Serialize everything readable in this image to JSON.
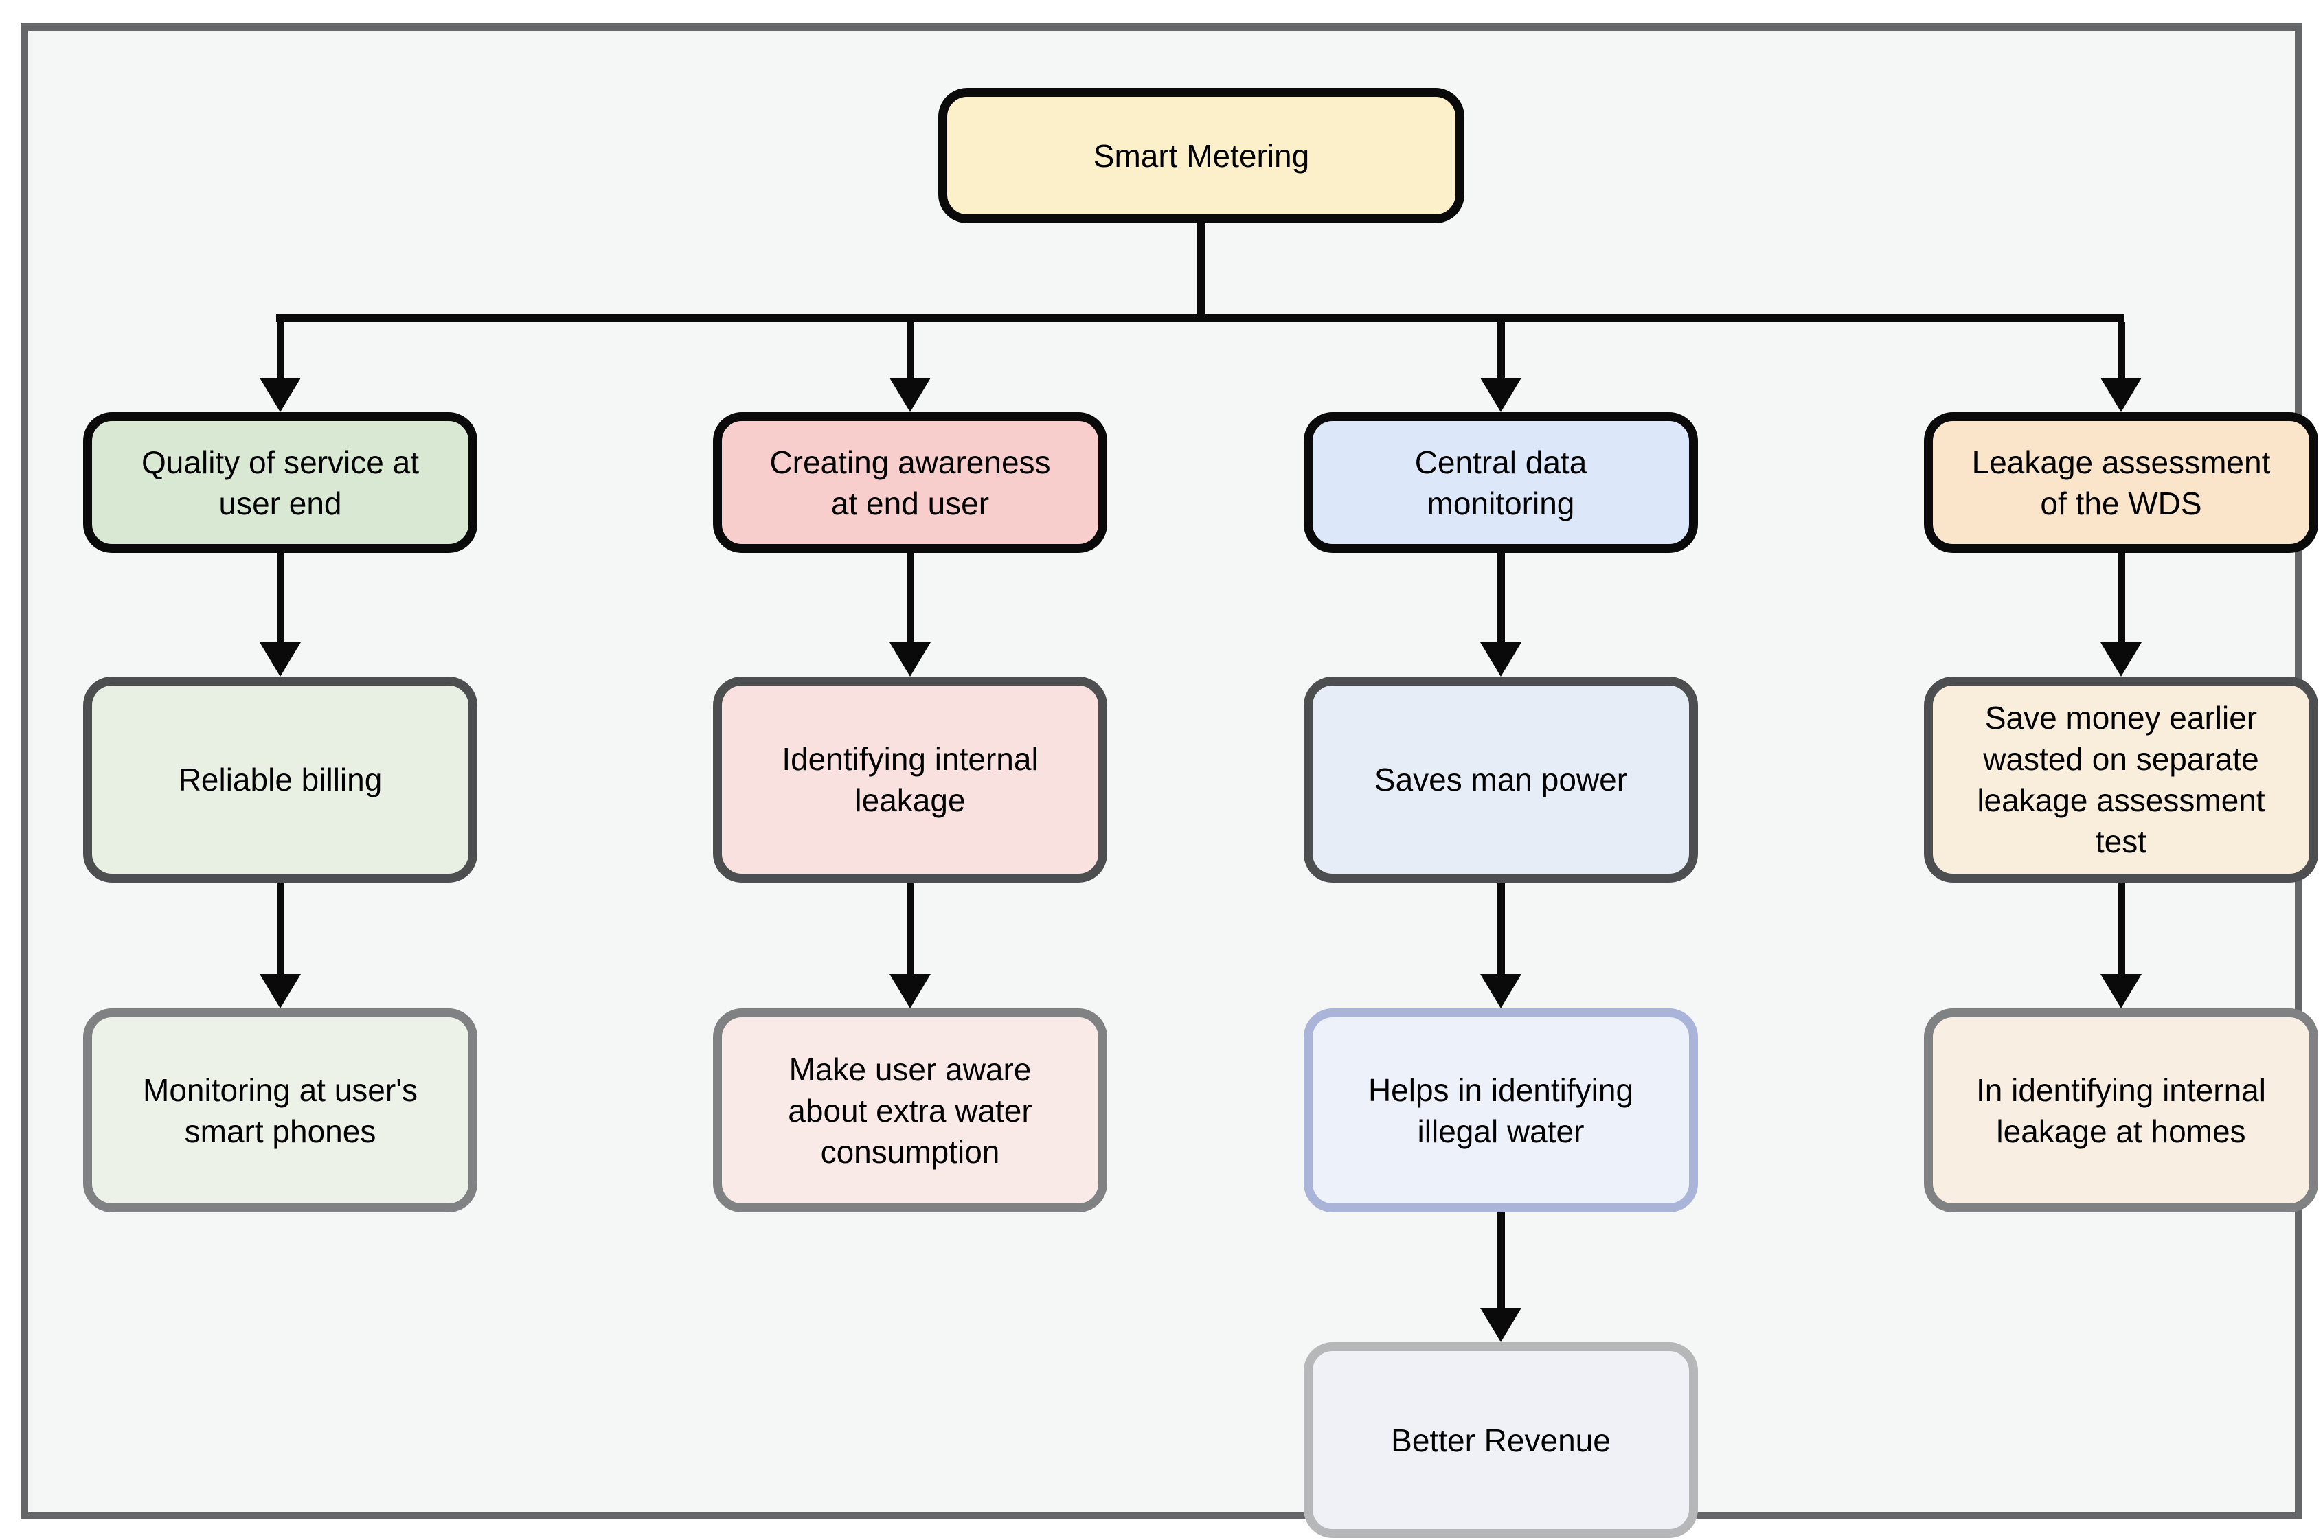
{
  "root": {
    "label": "Smart Metering"
  },
  "columns": [
    {
      "header": "Quality of service at\nuser end",
      "children": [
        "Reliable billing",
        "Monitoring at user's\nsmart phones"
      ]
    },
    {
      "header": "Creating awareness\nat end user",
      "children": [
        "Identifying internal\nleakage",
        "Make user aware\nabout extra water\nconsumption"
      ]
    },
    {
      "header": "Central data\nmonitoring",
      "children": [
        "Saves man power",
        "Helps in identifying\nillegal water",
        "Better Revenue"
      ]
    },
    {
      "header": "Leakage assessment\nof the WDS",
      "children": [
        "Save money earlier\nwasted on separate\nleakage assessment\ntest",
        "In identifying internal\nleakage at homes"
      ]
    }
  ],
  "colors": {
    "page_background": "#FFFFFF",
    "diagram_background": "#F5F6F6",
    "frame_border": "#646667",
    "connector": "#0A0A0A",
    "root_fill": "#FBF0C9",
    "level2_fills": [
      "#D8E8D3",
      "#F7CECB",
      "#DCE8F9",
      "#FBE5CA"
    ],
    "level3_fills": [
      "#E8F0E4",
      "#F9E1E0",
      "#E6EDF7",
      "#F9EDDC"
    ],
    "level4_fills": [
      "#ECF2E8",
      "#FAEAE7",
      "#ECF1FA",
      "#F8EFE2"
    ],
    "level5_fill": "#EFF1F6",
    "level1_2_border": "#0A0A0A",
    "level3_border": "#4D4E4F",
    "level4_border": "#7F8183",
    "level4_blue_border": "#AAB4D9",
    "level5_border": "#B6B7B9"
  }
}
